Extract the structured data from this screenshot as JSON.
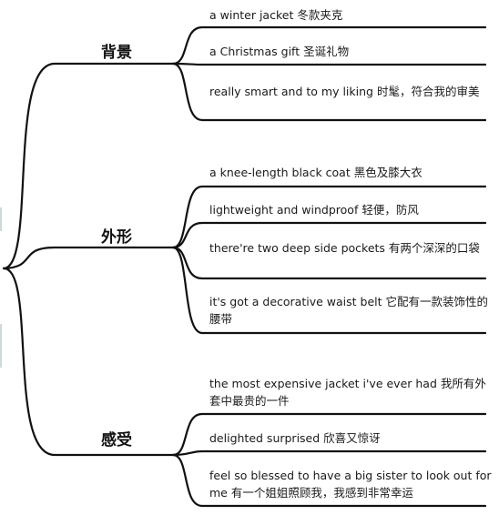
{
  "mindmap": {
    "branches": [
      {
        "topic": "背景",
        "leaves": [
          "a winter jacket 冬款夹克",
          "a Christmas gift  圣诞礼物",
          "really smart and to my liking 时髦，符合我的审美"
        ]
      },
      {
        "topic": "外形",
        "leaves": [
          "a knee-length black coat 黑色及膝大衣",
          "lightweight and windproof 轻便，防风",
          "there're two deep side pockets 有两个深深的口袋",
          "it's got a decorative waist belt 它配有一款装饰性的腰带"
        ]
      },
      {
        "topic": "感受",
        "leaves": [
          "the most expensive jacket i've ever had 我所有外套中最贵的一件",
          "delighted surprised 欣喜又惊讶",
          "feel so blessed to have a big sister to look out for me 有一个姐姐照顾我，我感到非常幸运"
        ]
      }
    ]
  },
  "colors": {
    "line": "#111111",
    "text": "#1a1a1a",
    "background": "#ffffff",
    "root_mark": "#cfd8dc"
  }
}
